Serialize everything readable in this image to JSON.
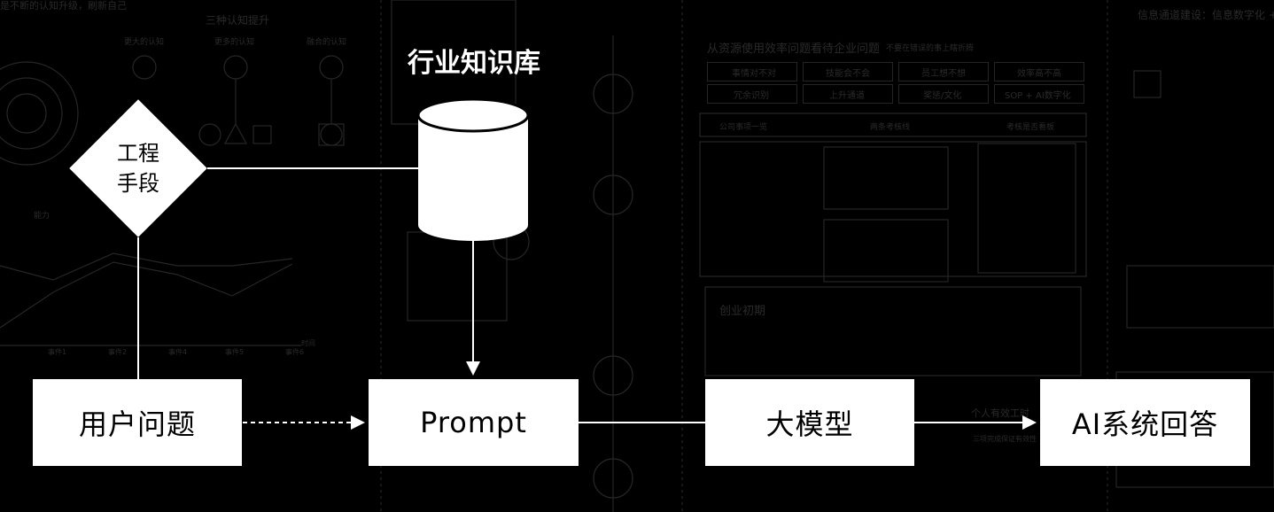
{
  "diagram": {
    "engineering_means": {
      "line1": "工程",
      "line2": "手段"
    },
    "knowledge_base": {
      "title": "行业知识库"
    },
    "nodes": {
      "user_question": "用户问题",
      "prompt": "Prompt",
      "llm": "大模型",
      "ai_answer": "AI系统回答"
    }
  },
  "background": {
    "left_top_title": "是不断的认知升级，刷新自己",
    "three_cognition": "三种认知提升",
    "cognition_a": "更大的认知",
    "cognition_b": "更多的认知",
    "cognition_c": "融合的认知",
    "ability": "能力",
    "time": "时间",
    "events": [
      "事件1",
      "事件2",
      "事件4",
      "事件5",
      "事件6"
    ],
    "mid_heading": "从资源使用效率问题看待企业问题",
    "mid_heading_sub": "不要在错误的事上瞎折腾",
    "grid_row1": [
      "事情对不对",
      "技能会不会",
      "员工想不想",
      "效率高不高"
    ],
    "grid_row2": [
      "冗余识别",
      "上升通道",
      "奖惩/文化",
      "SOP + AI数字化"
    ],
    "company_bar": [
      "公司事项一览",
      "两条考核线",
      "考核是否看板"
    ],
    "startup": "创业初期",
    "individual": "个人有效工时",
    "three_ensure": "三项完成保证有效性",
    "right_title": "信息通道建设：信息数字化 +"
  },
  "colors": {
    "node_fill": "#ffffff",
    "node_text": "#000000",
    "canvas": "#000000",
    "connector": "#ffffff"
  }
}
